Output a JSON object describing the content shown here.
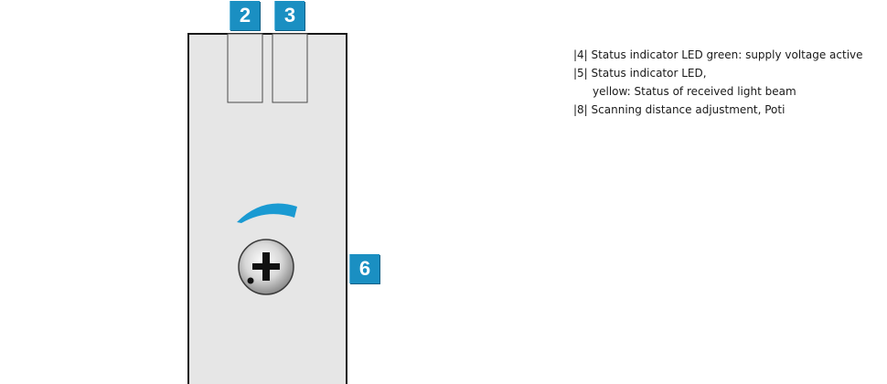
{
  "badges": {
    "two": "2",
    "three": "3",
    "six": "6"
  },
  "legend": [
    "|4| Status indicator LED green: supply voltage active",
    "|5| Status indicator LED,",
    "yellow: Status of received light beam",
    "|8| Scanning distance adjustment, Poti"
  ],
  "colors": {
    "accent": "#1a8fc2",
    "housing": "#e6e6e6",
    "outline": "#1a1a1a"
  },
  "icons": {
    "screw": "phillips-screw-icon",
    "arc": "adjustment-arc-icon"
  }
}
